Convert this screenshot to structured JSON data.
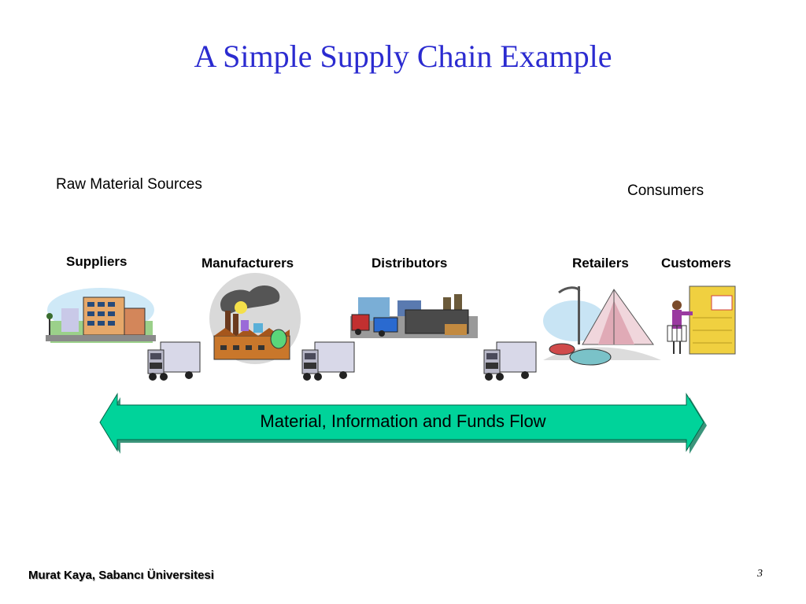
{
  "slide": {
    "title": "A Simple Supply Chain Example",
    "raw_material_label": "Raw Material Sources",
    "consumers_label": "Consumers",
    "flow_arrow_label": "Material, Information and Funds Flow",
    "footer_author": "Murat Kaya, Sabancı Üniversitesi",
    "page_number": "3"
  },
  "stages": [
    {
      "label": "Suppliers",
      "icon": "supplier-building-icon"
    },
    {
      "label": "Manufacturers",
      "icon": "factory-icon"
    },
    {
      "label": "Distributors",
      "icon": "warehouse-icon"
    },
    {
      "label": "Retailers",
      "icon": "shopping-mall-icon"
    },
    {
      "label": "Customers",
      "icon": "shopper-cart-icon"
    }
  ],
  "trucks": [
    "delivery-truck-icon",
    "delivery-truck-icon",
    "delivery-truck-icon"
  ],
  "colors": {
    "title": "#2b2bd0",
    "arrow_fill": "#00d39a",
    "arrow_shadow": "#0a7a5a"
  }
}
